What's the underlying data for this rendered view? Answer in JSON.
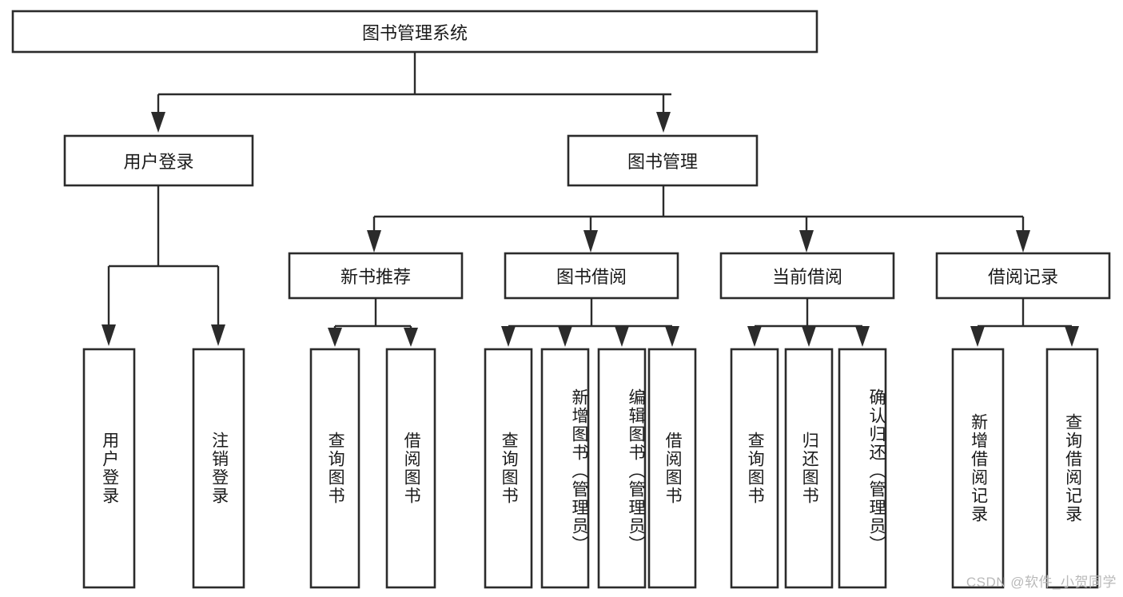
{
  "diagram": {
    "type": "tree",
    "title": "图书管理系统",
    "watermark": "CSDN @软件_小贺同学",
    "colors": {
      "stroke": "#2b2b2b",
      "fill": "#ffffff",
      "text": "#1a1a1a",
      "watermark": "#b9b9b9"
    },
    "root": {
      "label": "图书管理系统",
      "orientation": "horizontal"
    },
    "level2": [
      {
        "label": "用户登录",
        "orientation": "horizontal"
      },
      {
        "label": "图书管理",
        "orientation": "horizontal"
      }
    ],
    "level3": [
      {
        "label": "新书推荐",
        "orientation": "horizontal"
      },
      {
        "label": "图书借阅",
        "orientation": "horizontal"
      },
      {
        "label": "当前借阅",
        "orientation": "horizontal"
      },
      {
        "label": "借阅记录",
        "orientation": "horizontal"
      }
    ],
    "leaves": {
      "user_login": [
        {
          "label": "用户登录",
          "orientation": "vertical"
        },
        {
          "label": "注销登录",
          "orientation": "vertical"
        }
      ],
      "new_book_recommend": [
        {
          "label": "查询图书",
          "orientation": "vertical"
        },
        {
          "label": "借阅图书",
          "orientation": "vertical"
        }
      ],
      "book_borrow": [
        {
          "label": "查询图书",
          "orientation": "vertical"
        },
        {
          "label": "新增图书（管理员）",
          "orientation": "vertical"
        },
        {
          "label": "编辑图书（管理员）",
          "orientation": "vertical"
        },
        {
          "label": "借阅图书",
          "orientation": "vertical"
        }
      ],
      "current_borrow": [
        {
          "label": "查询图书",
          "orientation": "vertical"
        },
        {
          "label": "归还图书",
          "orientation": "vertical"
        },
        {
          "label": "确认归还（管理员）",
          "orientation": "vertical"
        }
      ],
      "borrow_record": [
        {
          "label": "新增借阅记录",
          "orientation": "vertical"
        },
        {
          "label": "查询借阅记录",
          "orientation": "vertical"
        }
      ]
    }
  }
}
